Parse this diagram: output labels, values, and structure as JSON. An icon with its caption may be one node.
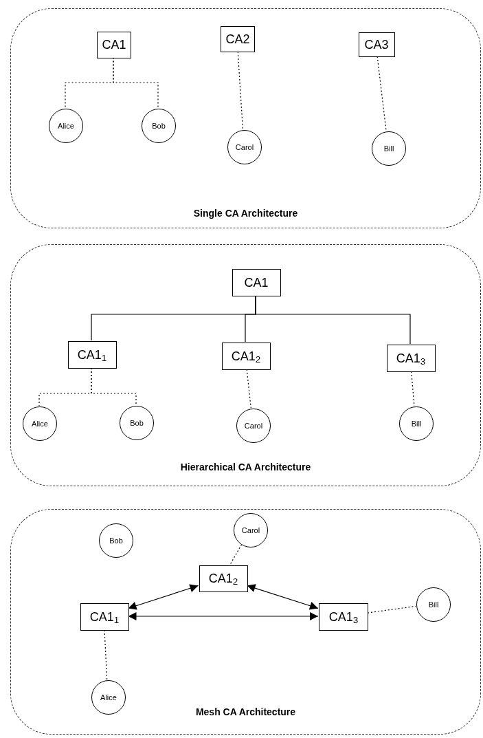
{
  "diagram": {
    "nodes": [
      {
        "text": [
          "Single CA Architecture"
        ]
      },
      {
        "text": [
          "CA1"
        ],
        "in": 0
      },
      {
        "text": [
          "CA2"
        ],
        "in": 0
      },
      {
        "text": [
          "CA3"
        ],
        "in": 0
      },
      {
        "text": [
          "Alice"
        ],
        "in": 0
      },
      {
        "text": [
          "Bob"
        ],
        "in": 0
      },
      {
        "text": [
          "Carol"
        ],
        "in": 0
      },
      {
        "text": [
          "Bill"
        ],
        "in": 0
      },
      {
        "text": [
          "Hierarchical CA Architecture"
        ]
      },
      {
        "text": [
          "CA1"
        ],
        "in": 8
      },
      {
        "text": [
          "CA1$_{1}$"
        ],
        "in": 8
      },
      {
        "text": [
          "CA1$_{2}$"
        ],
        "in": 8
      },
      {
        "text": [
          "CA1$_{3}$"
        ],
        "in": 8
      },
      {
        "text": [
          "Alice"
        ],
        "in": 8
      },
      {
        "text": [
          "Bob"
        ],
        "in": 8
      },
      {
        "text": [
          "Carol"
        ],
        "in": 8
      },
      {
        "text": [
          "Bill"
        ],
        "in": 8
      },
      {
        "text": [
          "Mesh CA Architecture"
        ]
      },
      {
        "text": [
          "Bob"
        ],
        "in": 17
      },
      {
        "text": [
          "Carol"
        ],
        "in": 17
      },
      {
        "text": [
          "CA1$_{2}$"
        ],
        "in": 17
      },
      {
        "text": [
          "CA1$_{1}$"
        ],
        "in": 17
      },
      {
        "text": [
          "CA1$_{3}$"
        ],
        "in": 17
      },
      {
        "text": [
          "Bill"
        ],
        "in": 17
      },
      {
        "text": [
          "Alice"
        ],
        "in": 17
      }
    ],
    "edges": [
      {
        "from": 1,
        "to": 4,
        "arrow": "none",
        "style": "dashed"
      },
      {
        "from": 1,
        "to": 5,
        "arrow": "none",
        "style": "dashed"
      },
      {
        "from": 2,
        "to": 6,
        "arrow": "none",
        "style": "dashed"
      },
      {
        "from": 3,
        "to": 7,
        "arrow": "none",
        "style": "dashed"
      },
      {
        "from": 9,
        "to": 10,
        "arrow": "none"
      },
      {
        "from": 9,
        "to": 11,
        "arrow": "none"
      },
      {
        "from": 9,
        "to": 12,
        "arrow": "none"
      },
      {
        "from": 10,
        "to": 13,
        "arrow": "none",
        "style": "dashed"
      },
      {
        "from": 10,
        "to": 14,
        "arrow": "none",
        "style": "dashed"
      },
      {
        "from": 11,
        "to": 15,
        "arrow": "none",
        "style": "dashed"
      },
      {
        "from": 12,
        "to": 16,
        "arrow": "none",
        "style": "dashed"
      },
      {
        "from": 19,
        "to": 20,
        "arrow": "none",
        "style": "dashed"
      },
      {
        "from": 21,
        "to": 20,
        "arrow": "both"
      },
      {
        "from": 20,
        "to": 22,
        "arrow": "both"
      },
      {
        "from": 21,
        "to": 22,
        "arrow": "both"
      },
      {
        "from": 22,
        "to": 23,
        "arrow": "none",
        "style": "dashed"
      },
      {
        "from": 21,
        "to": 24,
        "arrow": "none",
        "style": "dashed"
      }
    ]
  }
}
